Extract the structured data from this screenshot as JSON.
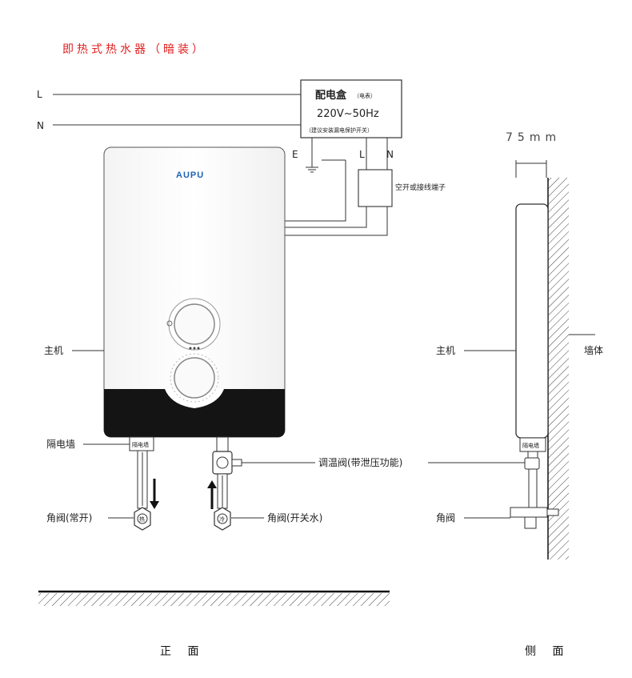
{
  "title": "即热式热水器（暗装）",
  "lines": {
    "L": "L",
    "N": "N"
  },
  "junction_box": {
    "name": "配电盒",
    "meter": "（电表）",
    "spec": "220V~50Hz",
    "note": "（建议安装漏电保护开关）",
    "terminal_e": "E",
    "terminal_l": "L",
    "terminal_n": "N"
  },
  "switch_label": "空开或接线端子",
  "brand": "AUPU",
  "front": {
    "main_unit": "主机",
    "isolation_wall": "隔电墙",
    "isolation_tag": "隔电墙",
    "valve_temp": "调温阀(带泄压功能)",
    "angle_valve_hot": "角阀(常开)",
    "angle_valve_cold": "角阀(开关水)",
    "hot_mark": "热",
    "cold_mark": "冷",
    "caption": "正 面"
  },
  "side": {
    "width_dim": "75mm",
    "main_unit": "主机",
    "wall": "墙体",
    "isolation_tag": "隔电墙",
    "angle_valve": "角阀",
    "caption": "侧 面"
  }
}
